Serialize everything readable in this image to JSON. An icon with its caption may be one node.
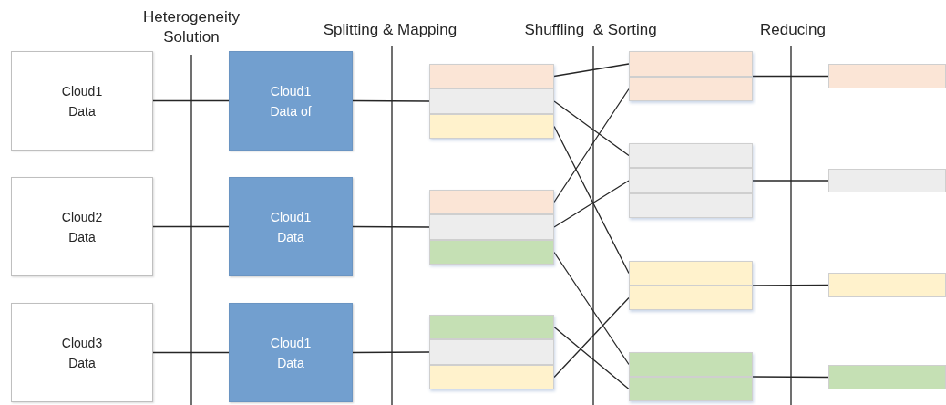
{
  "diagram": {
    "nodes": [
      {
        "text": [
          "Cloud1 Data"
        ]
      },
      {
        "text": [
          "Cloud2 Data"
        ]
      },
      {
        "text": [
          "Cloud3 Data"
        ]
      },
      {
        "text": [
          "Cloud1 Data of"
        ]
      },
      {
        "text": [
          "Cloud1 Data"
        ]
      },
      {
        "text": [
          "Cloud1 Data"
        ]
      },
      {
        "text": [],
        "shape": "box"
      },
      {
        "text": [],
        "shape": "bar",
        "in": 6
      },
      {
        "text": [],
        "shape": "bar",
        "in": 6
      },
      {
        "text": [],
        "shape": "bar",
        "in": 6
      },
      {
        "text": [],
        "shape": "box"
      },
      {
        "text": [],
        "shape": "bar",
        "in": 10
      },
      {
        "text": [],
        "shape": "bar",
        "in": 10
      },
      {
        "text": [],
        "shape": "bar",
        "in": 10
      },
      {
        "text": [],
        "shape": "box"
      },
      {
        "text": [],
        "shape": "bar",
        "in": 14
      },
      {
        "text": [],
        "shape": "bar",
        "in": 14
      },
      {
        "text": [],
        "shape": "bar",
        "in": 14
      },
      {
        "text": [],
        "shape": "box"
      },
      {
        "text": [],
        "shape": "bar",
        "in": 18
      },
      {
        "text": [],
        "shape": "bar",
        "in": 18
      },
      {
        "text": [],
        "shape": "box"
      },
      {
        "text": [],
        "shape": "bar",
        "in": 21
      },
      {
        "text": [],
        "shape": "bar",
        "in": 21
      },
      {
        "text": [],
        "shape": "bar",
        "in": 21
      },
      {
        "text": [],
        "shape": "box"
      },
      {
        "text": [],
        "shape": "bar",
        "in": 25
      },
      {
        "text": [],
        "shape": "bar",
        "in": 25
      },
      {
        "text": [],
        "shape": "box"
      },
      {
        "text": [],
        "shape": "bar",
        "in": 28
      },
      {
        "text": [],
        "shape": "bar",
        "in": 28
      },
      {
        "text": [],
        "shape": "bar"
      },
      {
        "text": [],
        "shape": "bar"
      },
      {
        "text": [],
        "shape": "bar"
      },
      {
        "text": [],
        "shape": "bar"
      }
    ],
    "edges": [
      {
        "from": 0,
        "to": 3,
        "arrow": "none"
      },
      {
        "from": 1,
        "to": 4,
        "arrow": "none"
      },
      {
        "from": 2,
        "to": 5,
        "arrow": "none"
      },
      {
        "from": 3,
        "to": 8,
        "arrow": "none"
      },
      {
        "from": 4,
        "to": 12,
        "arrow": "none"
      },
      {
        "from": 5,
        "to": 16,
        "arrow": "none"
      },
      {
        "from": 7,
        "to": 19,
        "arrow": "none"
      },
      {
        "from": 8,
        "to": 22,
        "arrow": "none"
      },
      {
        "from": 9,
        "to": 26,
        "arrow": "none"
      },
      {
        "from": 11,
        "to": 20,
        "arrow": "none"
      },
      {
        "from": 12,
        "to": 23,
        "arrow": "none"
      },
      {
        "from": 13,
        "to": 29,
        "arrow": "none"
      },
      {
        "from": 15,
        "to": 30,
        "arrow": "none"
      },
      {
        "from": 17,
        "to": 27,
        "arrow": "none"
      },
      {
        "from": 18,
        "to": 31,
        "arrow": "none"
      },
      {
        "from": 21,
        "to": 32,
        "arrow": "none"
      },
      {
        "from": 25,
        "to": 33,
        "arrow": "none"
      },
      {
        "from": 28,
        "to": 34,
        "arrow": "none"
      }
    ],
    "labels": [
      "Heterogeneity Solution",
      "Splitting & Mapping",
      "Shuffling  & Sorting",
      "Reducing"
    ]
  }
}
